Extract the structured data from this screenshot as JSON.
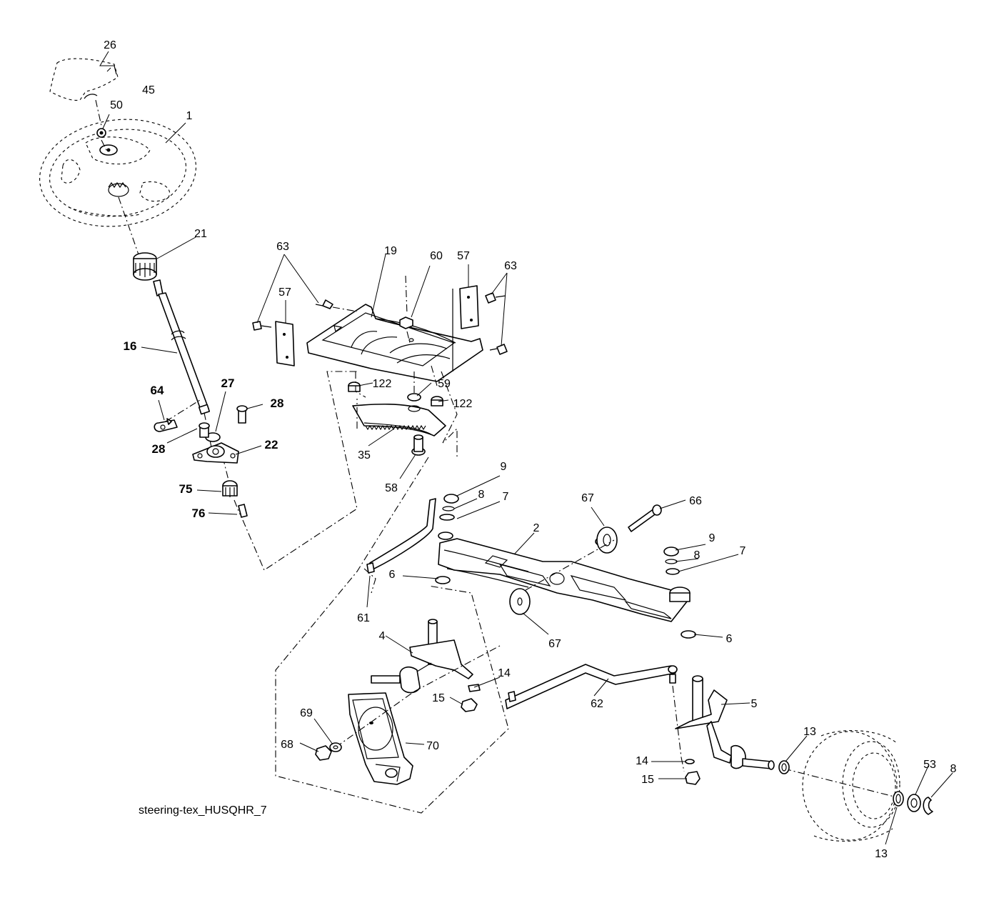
{
  "caption": "steering-tex_HUSQHR_7",
  "callouts": [
    {
      "id": "c26",
      "text": "26",
      "bold": false
    },
    {
      "id": "c45",
      "text": "45",
      "bold": false
    },
    {
      "id": "c50",
      "text": "50",
      "bold": false
    },
    {
      "id": "c1",
      "text": "1",
      "bold": false
    },
    {
      "id": "c21",
      "text": "21",
      "bold": false
    },
    {
      "id": "c16",
      "text": "16",
      "bold": true
    },
    {
      "id": "c64",
      "text": "64",
      "bold": true
    },
    {
      "id": "c27",
      "text": "27",
      "bold": true
    },
    {
      "id": "c28a",
      "text": "28",
      "bold": true
    },
    {
      "id": "c28b",
      "text": "28",
      "bold": true
    },
    {
      "id": "c22",
      "text": "22",
      "bold": true
    },
    {
      "id": "c75",
      "text": "75",
      "bold": true
    },
    {
      "id": "c76",
      "text": "76",
      "bold": true
    },
    {
      "id": "c63a",
      "text": "63",
      "bold": false
    },
    {
      "id": "c19",
      "text": "19",
      "bold": false
    },
    {
      "id": "c60",
      "text": "60",
      "bold": false
    },
    {
      "id": "c57a",
      "text": "57",
      "bold": false
    },
    {
      "id": "c63b",
      "text": "63",
      "bold": false
    },
    {
      "id": "c57b",
      "text": "57",
      "bold": false
    },
    {
      "id": "c122a",
      "text": "122",
      "bold": false
    },
    {
      "id": "c59",
      "text": "59",
      "bold": false
    },
    {
      "id": "c122b",
      "text": "122",
      "bold": false
    },
    {
      "id": "c35",
      "text": "35",
      "bold": false
    },
    {
      "id": "c58",
      "text": "58",
      "bold": false
    },
    {
      "id": "c9a",
      "text": "9",
      "bold": false
    },
    {
      "id": "c8a",
      "text": "8",
      "bold": false
    },
    {
      "id": "c7a",
      "text": "7",
      "bold": false
    },
    {
      "id": "c67a",
      "text": "67",
      "bold": false
    },
    {
      "id": "c66",
      "text": "66",
      "bold": false
    },
    {
      "id": "c2",
      "text": "2",
      "bold": false
    },
    {
      "id": "c9b",
      "text": "9",
      "bold": false
    },
    {
      "id": "c8b",
      "text": "8",
      "bold": false
    },
    {
      "id": "c7b",
      "text": "7",
      "bold": false
    },
    {
      "id": "c6a",
      "text": "6",
      "bold": false
    },
    {
      "id": "c61",
      "text": "61",
      "bold": false
    },
    {
      "id": "c67b",
      "text": "67",
      "bold": false
    },
    {
      "id": "c6b",
      "text": "6",
      "bold": false
    },
    {
      "id": "c4",
      "text": "4",
      "bold": false
    },
    {
      "id": "c14a",
      "text": "14",
      "bold": false
    },
    {
      "id": "c15a",
      "text": "15",
      "bold": false
    },
    {
      "id": "c62",
      "text": "62",
      "bold": false
    },
    {
      "id": "c5",
      "text": "5",
      "bold": false
    },
    {
      "id": "c69",
      "text": "69",
      "bold": false
    },
    {
      "id": "c70",
      "text": "70",
      "bold": false
    },
    {
      "id": "c68",
      "text": "68",
      "bold": false
    },
    {
      "id": "c13a",
      "text": "13",
      "bold": false
    },
    {
      "id": "c14b",
      "text": "14",
      "bold": false
    },
    {
      "id": "c15b",
      "text": "15",
      "bold": false
    },
    {
      "id": "c53",
      "text": "53",
      "bold": false
    },
    {
      "id": "c8c",
      "text": "8",
      "bold": false
    },
    {
      "id": "c13b",
      "text": "13",
      "bold": false
    }
  ]
}
